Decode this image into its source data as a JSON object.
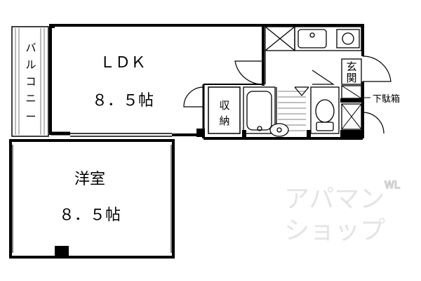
{
  "rooms": {
    "ldk": {
      "name": "ＬＤＫ",
      "size": "８．５帖"
    },
    "western": {
      "name": "洋室",
      "size": "８．５帖"
    }
  },
  "labels": {
    "balcony": [
      "バ",
      "ル",
      "コ",
      "ニ",
      "ー"
    ],
    "storage": [
      "収",
      "納"
    ],
    "entrance": [
      "玄",
      "関"
    ],
    "shoe_box": "下駄箱"
  },
  "watermark": {
    "line1": "アパマン",
    "line2": "ショップ",
    "sub": "WL"
  }
}
